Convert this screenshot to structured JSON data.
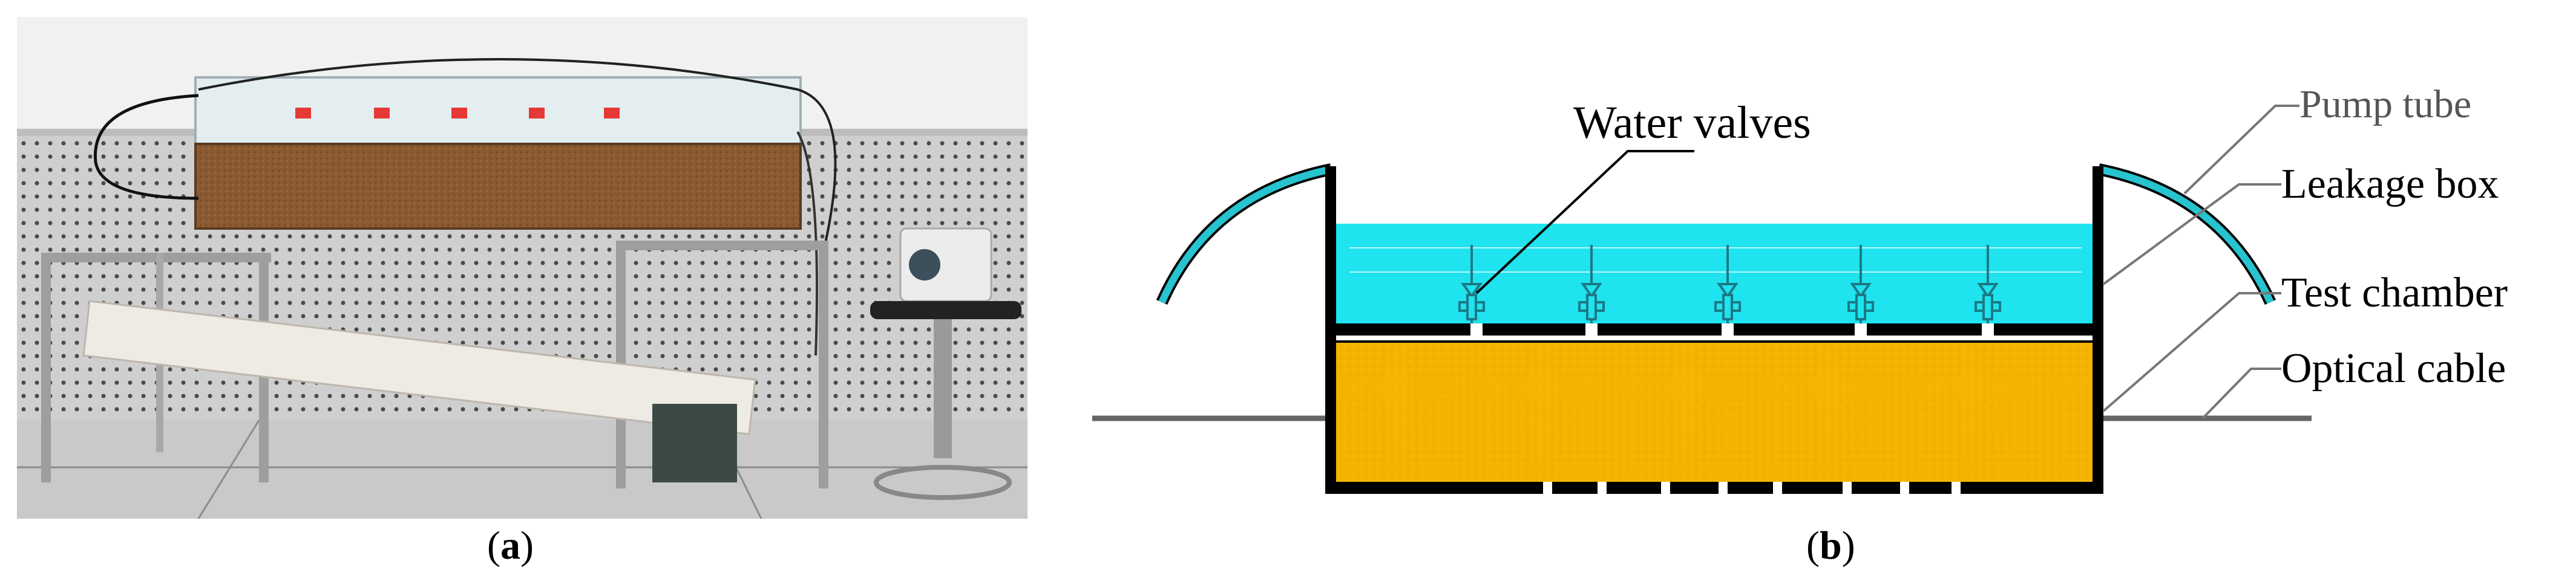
{
  "panels": {
    "a": {
      "open": "(",
      "letter": "a",
      "close": ")"
    },
    "b": {
      "open": "(",
      "letter": "b",
      "close": ")"
    }
  },
  "callouts": {
    "water_valves": "Water valves",
    "pump_tube": "Pump tube",
    "leakage_box": "Leakage box",
    "test_chamber": "Test chamber",
    "optical_cable": "Optical cable"
  },
  "colors": {
    "water": "#1fe3ee",
    "soil": "#f4b400",
    "tube": "#27c3cf",
    "outline": "#000000",
    "cable": "#666666",
    "wall_photo": "#d9d9d9",
    "soil_photo": "#8a5a32"
  },
  "valve_count": 5
}
